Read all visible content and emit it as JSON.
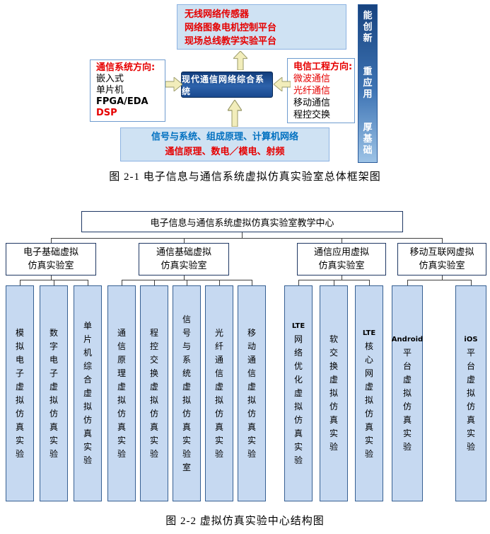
{
  "colors": {
    "red": "#e60000",
    "blue": "#0070c0",
    "black": "#000000"
  },
  "fig1": {
    "caption": "图 2-1 电子信息与通信系统虚拟仿真实验室总体框架图",
    "top_platform_box": {
      "lines": [
        {
          "text": "无线网络传感器",
          "color": "red",
          "bold": true
        },
        {
          "text": "网络图象电机控制平台",
          "color": "red",
          "bold": true
        },
        {
          "text": "现场总线教学实验平台",
          "color": "red",
          "bold": true
        }
      ]
    },
    "sidebar": {
      "labels": [
        [
          "能",
          "创",
          "新"
        ],
        [
          "重",
          "应",
          "用"
        ],
        [
          "厚",
          "基",
          "础"
        ]
      ]
    },
    "left_box": {
      "lines": [
        {
          "text": "通信系统方向:",
          "color": "red",
          "bold": true
        },
        {
          "text": "嵌入式",
          "color": "black"
        },
        {
          "text": "单片机",
          "color": "black"
        },
        {
          "text": "FPGA/EDA",
          "color": "black",
          "bold": true
        },
        {
          "text": "DSP",
          "color": "red",
          "bold": true
        }
      ]
    },
    "center_box": {
      "label": "现代通信网络综合系统"
    },
    "right_box": {
      "lines": [
        {
          "text": "电信工程方向:",
          "color": "red",
          "bold": true
        },
        {
          "text": "微波通信",
          "color": "red"
        },
        {
          "text": "光纤通信",
          "color": "red"
        },
        {
          "text": "移动通信",
          "color": "black"
        },
        {
          "text": "程控交换",
          "color": "black"
        }
      ]
    },
    "bottom_box": {
      "lines": [
        {
          "text": "信号与系统、组成原理、计算机网络",
          "color": "blue",
          "bold": true
        },
        {
          "text": "通信原理、数电／模电、射频",
          "color": "red",
          "bold": true
        }
      ]
    }
  },
  "fig2": {
    "caption": "图 2-2 虚拟仿真实验中心结构图",
    "root_label": "电子信息与通信系统虚拟仿真实验室教学中心",
    "categories": [
      {
        "lines": [
          "电子基础虚拟",
          "仿真实验室"
        ]
      },
      {
        "lines": [
          "通信基础虚拟",
          "仿真实验室"
        ]
      },
      {
        "lines": [
          "通信应用虚拟",
          "仿真实验室"
        ]
      },
      {
        "lines": [
          "移动互联网虚拟",
          "仿真实验室"
        ]
      }
    ],
    "leaves": [
      [
        "模",
        "拟",
        "电",
        "子",
        "虚",
        "拟",
        "仿",
        "真",
        "实",
        "验"
      ],
      [
        "数",
        "字",
        "电",
        "子",
        "虚",
        "拟",
        "仿",
        "真",
        "实",
        "验"
      ],
      [
        "单",
        "片",
        "机",
        "综",
        "合",
        "虚",
        "拟",
        "仿",
        "真",
        "实",
        "验"
      ],
      [
        "通",
        "信",
        "原",
        "理",
        "虚",
        "拟",
        "仿",
        "真",
        "实",
        "验"
      ],
      [
        "程",
        "控",
        "交",
        "换",
        "虚",
        "拟",
        "仿",
        "真",
        "实",
        "验"
      ],
      [
        "信",
        "号",
        "与",
        "系",
        "统",
        "虚",
        "拟",
        "仿",
        "真",
        "实",
        "验",
        "室"
      ],
      [
        "光",
        "纤",
        "通",
        "信",
        "虚",
        "拟",
        "仿",
        "真",
        "实",
        "验"
      ],
      [
        "移",
        "动",
        "通",
        "信",
        "虚",
        "拟",
        "仿",
        "真",
        "实",
        "验"
      ],
      [
        "LTE",
        "网",
        "络",
        "优",
        "化",
        "虚",
        "拟",
        "仿",
        "真",
        "实",
        "验"
      ],
      [
        "软",
        "交",
        "换",
        "虚",
        "拟",
        "仿",
        "真",
        "实",
        "验"
      ],
      [
        "LTE",
        "核",
        "心",
        "网",
        "虚",
        "拟",
        "仿",
        "真",
        "实",
        "验"
      ],
      [
        "Android",
        "平",
        "台",
        "虚",
        "拟",
        "仿",
        "真",
        "实",
        "验"
      ],
      [
        "iOS",
        "平",
        "台",
        "虚",
        "拟",
        "仿",
        "真",
        "实",
        "验"
      ]
    ]
  }
}
